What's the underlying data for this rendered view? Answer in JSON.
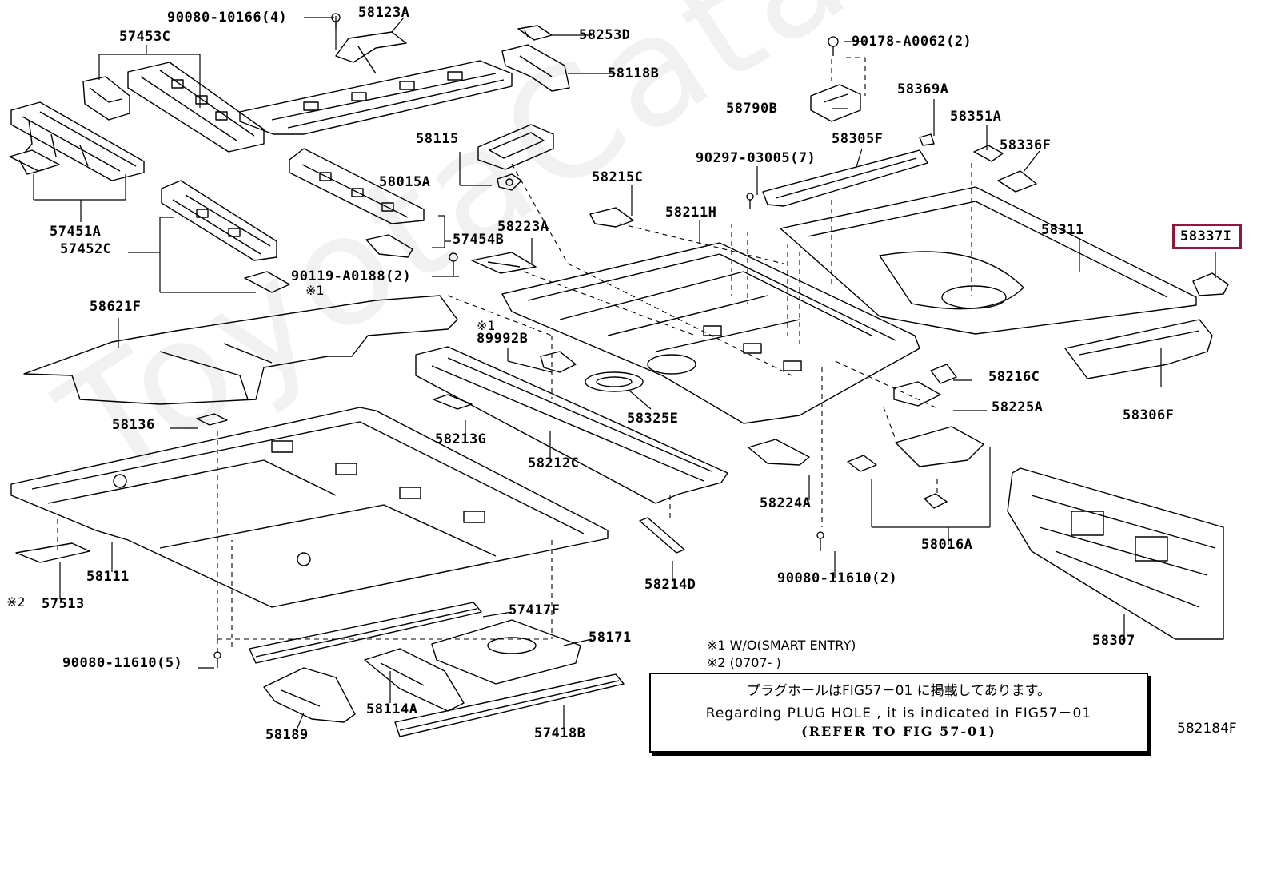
{
  "watermark": "ToyotaCatalogs.ru",
  "figure_code": "582184F",
  "labels": [
    {
      "id": "p9008010166",
      "text": "90080-10166(4)"
    },
    {
      "id": "p58123A",
      "text": "58123A"
    },
    {
      "id": "p57453C",
      "text": "57453C"
    },
    {
      "id": "p58253D",
      "text": "58253D"
    },
    {
      "id": "p58118B",
      "text": "58118B"
    },
    {
      "id": "p90178A0062",
      "text": "90178-A0062(2)"
    },
    {
      "id": "p58369A",
      "text": "58369A"
    },
    {
      "id": "p58790B",
      "text": "58790B"
    },
    {
      "id": "p58351A",
      "text": "58351A"
    },
    {
      "id": "p58115",
      "text": "58115"
    },
    {
      "id": "p58305F",
      "text": "58305F"
    },
    {
      "id": "p58336F",
      "text": "58336F"
    },
    {
      "id": "p9029703005",
      "text": "90297-03005(7)"
    },
    {
      "id": "p58015A",
      "text": "58015A"
    },
    {
      "id": "p58215C",
      "text": "58215C"
    },
    {
      "id": "p58211H",
      "text": "58211H"
    },
    {
      "id": "p58311",
      "text": "58311"
    },
    {
      "id": "p58337",
      "text": "58337I"
    },
    {
      "id": "p57451A",
      "text": "57451A"
    },
    {
      "id": "p57452C",
      "text": "57452C"
    },
    {
      "id": "p57454B",
      "text": "57454B"
    },
    {
      "id": "p58223A",
      "text": "58223A"
    },
    {
      "id": "p90119A0188",
      "text": "90119-A0188(2)"
    },
    {
      "id": "p58621F",
      "text": "58621F"
    },
    {
      "id": "p89992B",
      "text": "89992B"
    },
    {
      "id": "p58216C",
      "text": "58216C"
    },
    {
      "id": "p58225A",
      "text": "58225A"
    },
    {
      "id": "p58306F",
      "text": "58306F"
    },
    {
      "id": "p58136",
      "text": "58136"
    },
    {
      "id": "p58325E",
      "text": "58325E"
    },
    {
      "id": "p58213G",
      "text": "58213G"
    },
    {
      "id": "p58212C",
      "text": "58212C"
    },
    {
      "id": "p58224A",
      "text": "58224A"
    },
    {
      "id": "p58016A",
      "text": "58016A"
    },
    {
      "id": "p58111",
      "text": "58111"
    },
    {
      "id": "p57513",
      "text": "57513"
    },
    {
      "id": "p9008011610b",
      "text": "90080-11610(2)"
    },
    {
      "id": "p58214D",
      "text": "58214D"
    },
    {
      "id": "p58307",
      "text": "58307"
    },
    {
      "id": "p57417F",
      "text": "57417F"
    },
    {
      "id": "p58171",
      "text": "58171"
    },
    {
      "id": "p9008011610a",
      "text": "90080-11610(5)"
    },
    {
      "id": "p58114A",
      "text": "58114A"
    },
    {
      "id": "p58189",
      "text": "58189"
    },
    {
      "id": "p57418B",
      "text": "57418B"
    }
  ],
  "marks": {
    "note1_mark": "※1",
    "note2_mark": "※2"
  },
  "notes": {
    "note1": "※1 W/O(SMART ENTRY)",
    "note2": "※2 (0707-      )"
  },
  "callout": {
    "line_ja": "プラグホールはFIG57－01 に掲載してあります。",
    "line_en": "Regarding PLUG HOLE , it is indicated in FIG57－01",
    "line_ref": "(REFER TO FIG 57-01)"
  }
}
